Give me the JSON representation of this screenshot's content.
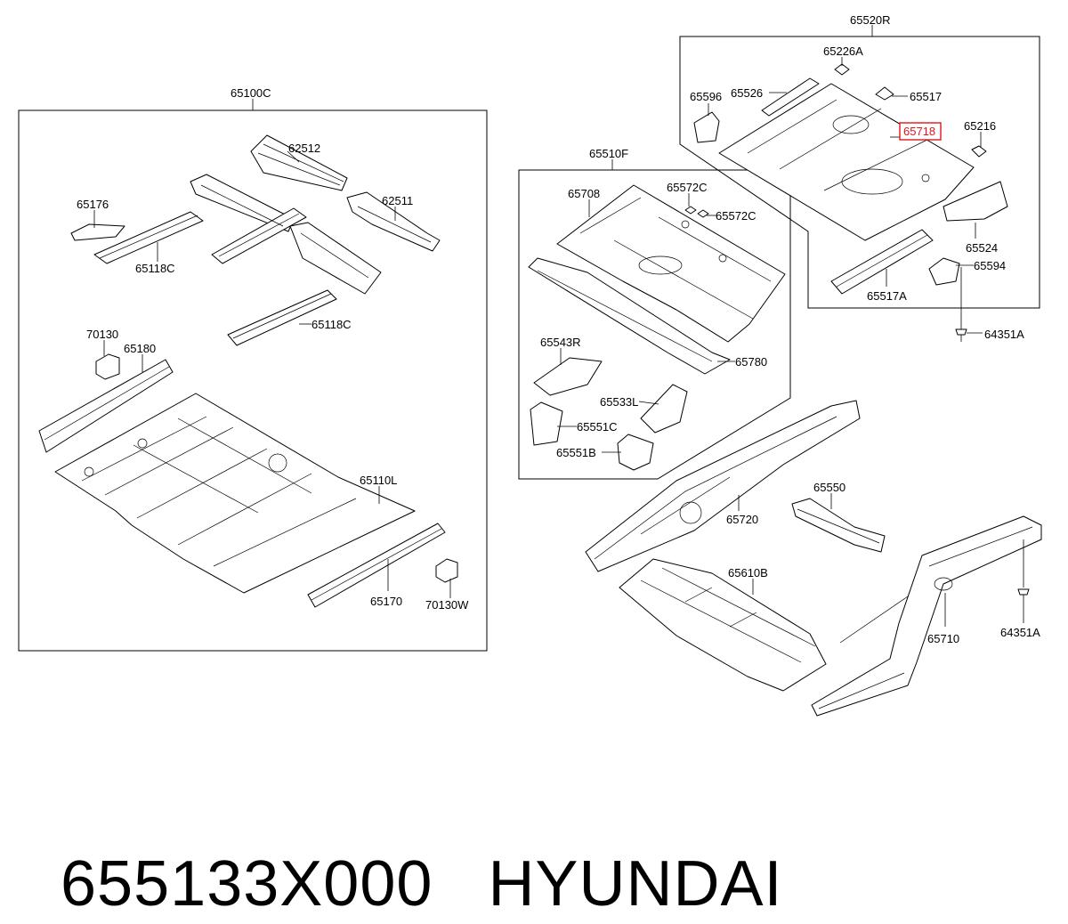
{
  "groups": {
    "front_floor": "65100C",
    "center_floor": "65510F",
    "rear_floor": "65520R"
  },
  "labels": {
    "p62512": "62512",
    "p62511": "62511",
    "p65176": "65176",
    "p65118C_top": "65118C",
    "p65118C_mid": "65118C",
    "p70130": "70130",
    "p65180": "65180",
    "p65110L": "65110L",
    "p65170": "65170",
    "p70130W": "70130W",
    "p65708": "65708",
    "p65572C_a": "65572C",
    "p65572C_b": "65572C",
    "p65780": "65780",
    "p65543R": "65543R",
    "p65533L": "65533L",
    "p65551C": "65551C",
    "p65551B": "65551B",
    "p65226A": "65226A",
    "p65526": "65526",
    "p65596": "65596",
    "p65517": "65517",
    "p65216": "65216",
    "p65524": "65524",
    "p65594": "65594",
    "p65517A": "65517A",
    "p64351A_top": "64351A",
    "p65720": "65720",
    "p65550": "65550",
    "p65610B": "65610B",
    "p65710": "65710",
    "p64351A_bot": "64351A"
  },
  "highlighted_part": "65718",
  "highlight_color": "#e0161b",
  "caption": {
    "part_number": "655133X000",
    "brand": "HYUNDAI"
  }
}
